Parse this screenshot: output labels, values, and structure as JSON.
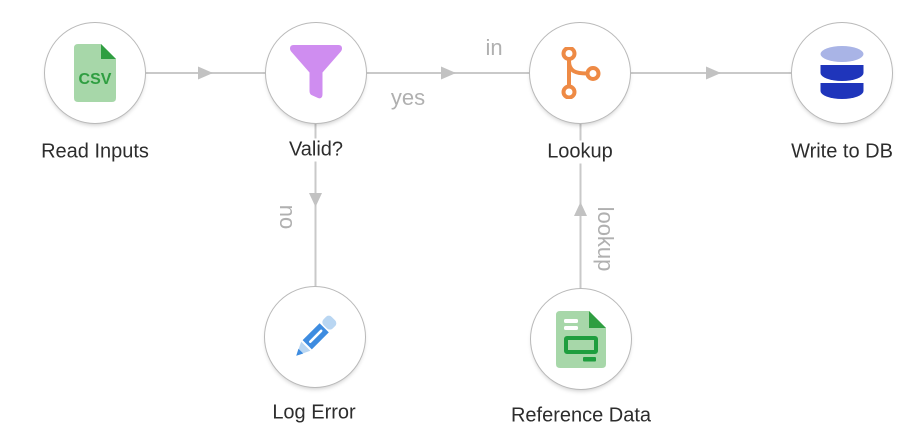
{
  "diagram": {
    "nodes": {
      "read_inputs": {
        "label": "Read Inputs",
        "icon": "csv-file-icon"
      },
      "valid": {
        "label": "Valid?",
        "icon": "funnel-filter-icon"
      },
      "lookup": {
        "label": "Lookup",
        "icon": "branch-icon"
      },
      "write_db": {
        "label": "Write to DB",
        "icon": "database-icon"
      },
      "log_error": {
        "label": "Log Error",
        "icon": "pencil-icon"
      },
      "reference_data": {
        "label": "Reference Data",
        "icon": "report-document-icon"
      }
    },
    "edge_labels": {
      "in": "in",
      "yes": "yes",
      "no": "no",
      "lookup": "lookup"
    },
    "icon_texts": {
      "csv": "CSV"
    },
    "colors": {
      "background": "#ffffff",
      "node_border": "#b9b9b9",
      "edge_line": "#c9c9c9",
      "edge_arrow": "#c2c2c2",
      "edge_label_text": "#b0b0b0",
      "node_label_text": "#2d2d2d",
      "doc_green_light": "#a7d7a9",
      "doc_green_dark": "#2f9e41",
      "funnel_purple": "#cf8df0",
      "branch_orange": "#ee8a45",
      "db_blue_dark": "#1f35bb",
      "db_blue_light": "#a9b4e6",
      "pencil_blue": "#3e8ce0",
      "pencil_blue_light": "#b9d6f2"
    }
  }
}
